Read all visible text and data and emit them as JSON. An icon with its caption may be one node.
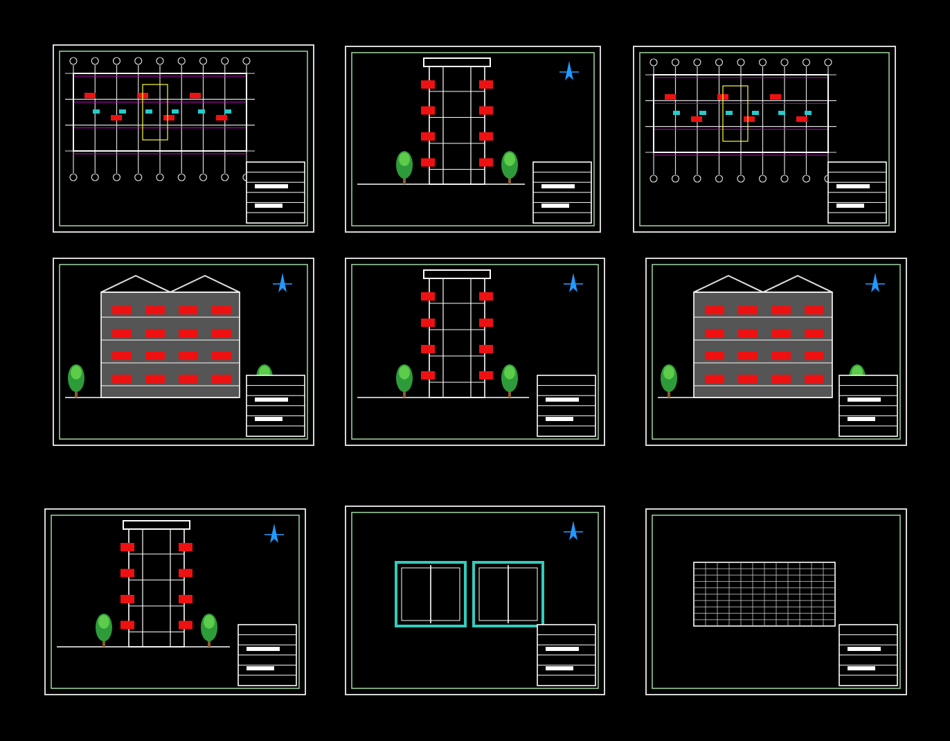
{
  "diagram": {
    "nodes": [
      {
        "text": [],
        "shape": "picture"
      },
      {
        "text": [],
        "shape": "picture"
      },
      {
        "text": [],
        "shape": "picture"
      },
      {
        "text": [],
        "shape": "picture"
      },
      {
        "text": [],
        "shape": "picture"
      },
      {
        "text": [],
        "shape": "picture"
      },
      {
        "text": [],
        "shape": "picture"
      },
      {
        "text": [],
        "shape": "picture"
      },
      {
        "text": [],
        "shape": "picture"
      }
    ]
  }
}
